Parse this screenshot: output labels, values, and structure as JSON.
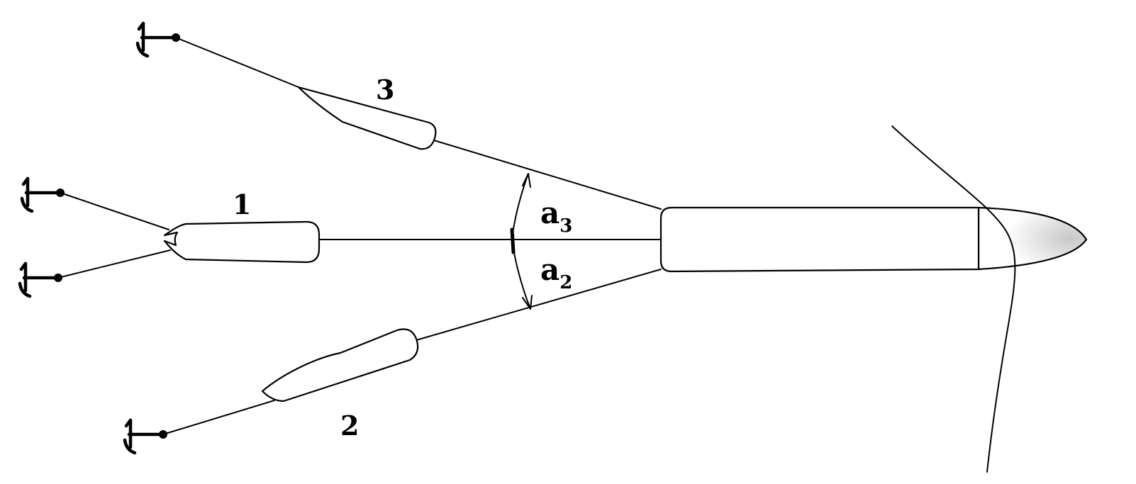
{
  "labels": {
    "vessel_1": "1",
    "vessel_2": "2",
    "vessel_3": "3",
    "angle_3": "a",
    "angle_3_sub": "3",
    "angle_2": "a",
    "angle_2_sub": "2"
  },
  "anchors": [
    "anchor-icon",
    "anchor-icon",
    "anchor-icon",
    "anchor-icon"
  ],
  "colors": {
    "ink": "#000000",
    "background": "#ffffff",
    "bow_shade": "#d6d6d6"
  }
}
